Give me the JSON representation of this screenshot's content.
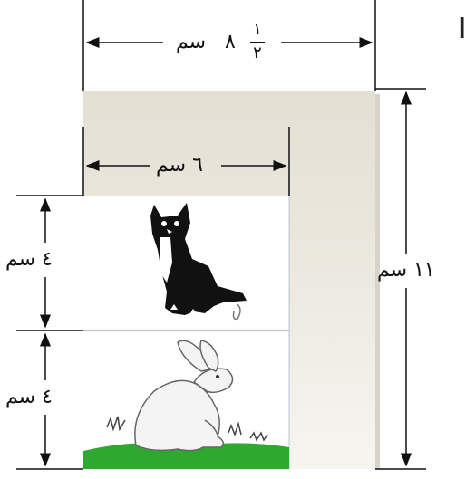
{
  "measurements": {
    "top_width_whole": "٨",
    "top_width_unit": "سم",
    "top_width_numerator": "١",
    "top_width_denominator": "٢",
    "inner_width": "٦ سم",
    "total_height": "١١ سم",
    "cat_section_height": "٤ سم",
    "rabbit_section_height": "٤ سم"
  },
  "partial_text": "ا",
  "colors": {
    "background_panel": "#e9e6dc",
    "dimension_line": "#111111",
    "grass": "#2ea82e",
    "frame_line": "#9aa9c4"
  },
  "icons": [
    "cat-icon",
    "rabbit-icon",
    "grass-icon"
  ]
}
